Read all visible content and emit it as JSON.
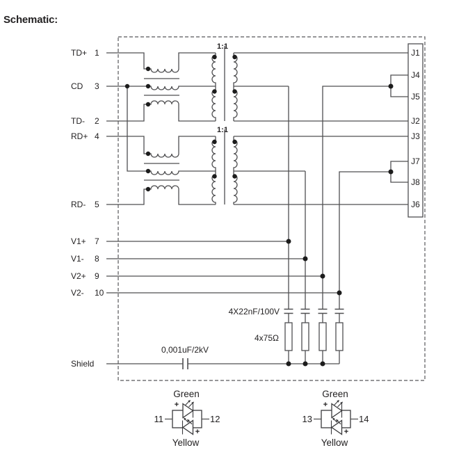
{
  "title": "Schematic:",
  "module": {
    "pins": [
      {
        "name": "TD+",
        "number": "1"
      },
      {
        "name": "CD",
        "number": "3"
      },
      {
        "name": "TD-",
        "number": "2"
      },
      {
        "name": "RD+",
        "number": "4"
      },
      {
        "name": "RD-",
        "number": "5"
      },
      {
        "name": "V1+",
        "number": "7"
      },
      {
        "name": "V1-",
        "number": "8"
      },
      {
        "name": "V2+",
        "number": "9"
      },
      {
        "name": "V2-",
        "number": "10"
      },
      {
        "name": "Shield",
        "number": ""
      }
    ],
    "transformers": [
      {
        "ratio": "1:1"
      },
      {
        "ratio": "1:1"
      }
    ],
    "connector_pins": [
      "J1",
      "J4",
      "J5",
      "J2",
      "J3",
      "J7",
      "J8",
      "J6"
    ],
    "labels": {
      "cap_array": "4X22nF/100V",
      "resistor_array": "4x75Ω",
      "shield_cap": "0,001uF/2kV"
    }
  },
  "leds": [
    {
      "left_pin": "11",
      "right_pin": "12",
      "top": "Green",
      "bottom": "Yellow",
      "plus": "+"
    },
    {
      "left_pin": "13",
      "right_pin": "14",
      "top": "Green",
      "bottom": "Yellow",
      "plus": "+"
    }
  ],
  "colors": {
    "line": "#4f4f51",
    "text": "#232122",
    "background": "#ffffff"
  }
}
